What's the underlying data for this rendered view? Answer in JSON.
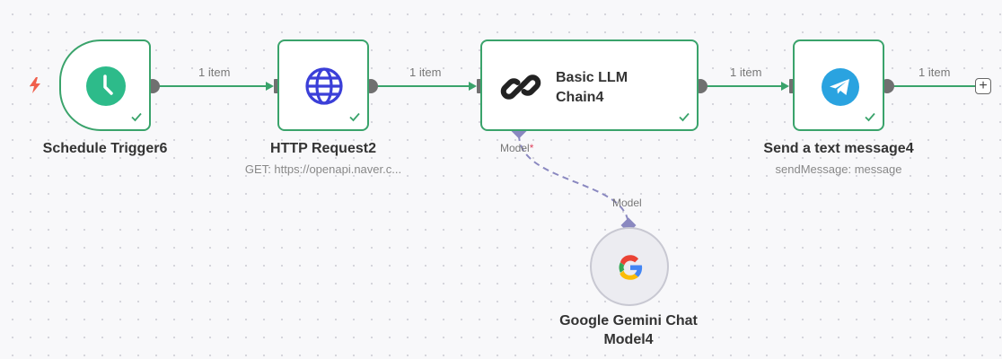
{
  "nodes": {
    "schedule": {
      "title": "Schedule Trigger6",
      "icon": "clock-icon"
    },
    "http": {
      "title": "HTTP Request2",
      "subtitle": "GET: https://openapi.naver.c...",
      "icon": "globe-icon"
    },
    "llm": {
      "title_line1": "Basic LLM",
      "title_line2": "Chain4",
      "icon": "chain-link-icon",
      "port_label": "Model",
      "required_mark": "*"
    },
    "telegram": {
      "title": "Send a text message4",
      "subtitle": "sendMessage: message",
      "icon": "telegram-icon"
    },
    "gemini": {
      "title_line1": "Google Gemini Chat",
      "title_line2": "Model4",
      "icon": "google-icon",
      "port_label": "Model"
    }
  },
  "edges": {
    "e1": "1 item",
    "e2": "1 item",
    "e3": "1 item",
    "e4": "1 item"
  },
  "add_button": "+",
  "colors": {
    "success": "#3aa36b",
    "port": "#707070",
    "ai_port": "#8a88c0",
    "trigger_bolt": "#f0604d",
    "clock": "#2dbb8a",
    "globe": "#3b3fd8",
    "telegram": "#2aa3e0"
  }
}
